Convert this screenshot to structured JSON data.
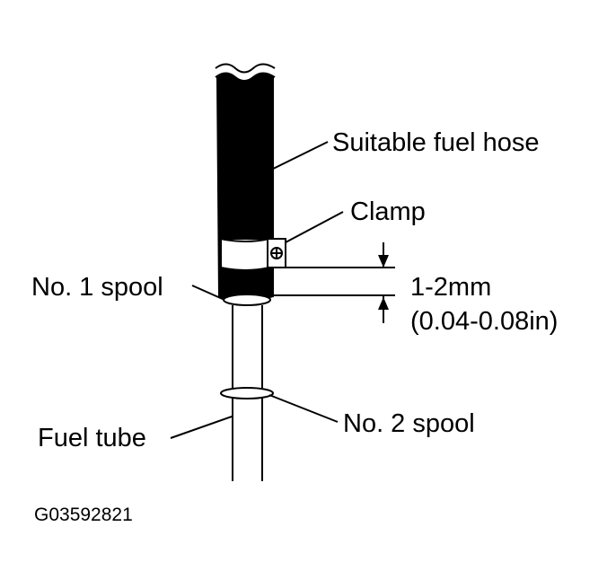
{
  "labels": {
    "hose": "Suitable fuel hose",
    "clamp": "Clamp",
    "spool1": "No. 1 spool",
    "spool2": "No. 2 spool",
    "tube": "Fuel tube",
    "dim_mm": "1-2mm",
    "dim_in": "(0.04-0.08in)"
  },
  "figure_id": "G03592821",
  "colors": {
    "line": "#000000",
    "hose_fill": "#000000",
    "background": "#ffffff"
  }
}
